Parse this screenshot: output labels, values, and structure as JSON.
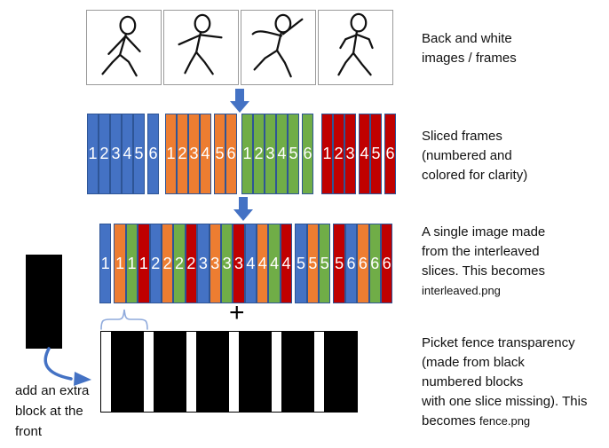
{
  "colors": {
    "blue": "#4472C4",
    "orange": "#ED7D31",
    "green": "#70AD47",
    "red": "#C00000",
    "slice_border": "#2E5596",
    "arrow": "#4472C4",
    "brace": "#8FAADC",
    "frame_border": "#9a9a9a",
    "fence_black": "#000000"
  },
  "frames": {
    "caption_lines": [
      "Back and white",
      "images / frames"
    ],
    "count": 4,
    "poses": [
      "stick-figure-1",
      "stick-figure-2",
      "stick-figure-3",
      "stick-figure-4"
    ]
  },
  "sliced": {
    "caption_lines": [
      "Sliced frames",
      "(numbered and",
      "colored for clarity)"
    ],
    "group_x": [
      98,
      186,
      272,
      362
    ],
    "groups": [
      {
        "color": "blue",
        "labels": [
          "1",
          "2",
          "3",
          "4",
          "5",
          "6"
        ],
        "gaps_after": [
          5
        ]
      },
      {
        "color": "orange",
        "labels": [
          "1",
          "2",
          "3",
          "4",
          "5",
          "6"
        ],
        "gaps_after": [
          4
        ]
      },
      {
        "color": "green",
        "labels": [
          "1",
          "2",
          "3",
          "4",
          "5",
          "6"
        ],
        "gaps_after": [
          5
        ]
      },
      {
        "color": "red",
        "labels": [
          "1",
          "2",
          "3",
          "4",
          "5",
          "6"
        ],
        "gaps_after": [
          3,
          5
        ]
      }
    ]
  },
  "interleaved": {
    "caption_lines": [
      "A single image made",
      "from the interleaved",
      "slices. This becomes"
    ],
    "filename": "interleaved.png",
    "gaps_after": [
      1,
      16,
      19
    ],
    "slices": [
      {
        "label": "1",
        "color": "blue"
      },
      {
        "label": "1",
        "color": "orange"
      },
      {
        "label": "1",
        "color": "green"
      },
      {
        "label": "1",
        "color": "red"
      },
      {
        "label": "2",
        "color": "blue"
      },
      {
        "label": "2",
        "color": "orange"
      },
      {
        "label": "2",
        "color": "green"
      },
      {
        "label": "2",
        "color": "red"
      },
      {
        "label": "3",
        "color": "blue"
      },
      {
        "label": "3",
        "color": "orange"
      },
      {
        "label": "3",
        "color": "green"
      },
      {
        "label": "3",
        "color": "red"
      },
      {
        "label": "4",
        "color": "blue"
      },
      {
        "label": "4",
        "color": "orange"
      },
      {
        "label": "4",
        "color": "green"
      },
      {
        "label": "4",
        "color": "red"
      },
      {
        "label": "5",
        "color": "blue"
      },
      {
        "label": "5",
        "color": "orange"
      },
      {
        "label": "5",
        "color": "green"
      },
      {
        "label": "5",
        "color": "red"
      },
      {
        "label": "6",
        "color": "blue"
      },
      {
        "label": "6",
        "color": "orange"
      },
      {
        "label": "6",
        "color": "green"
      },
      {
        "label": "6",
        "color": "red"
      }
    ]
  },
  "plus_sign": "+",
  "fence": {
    "caption_lines": [
      "Picket fence transparency",
      "(made from black",
      "numbered blocks",
      "with one slice missing). This"
    ],
    "caption_last_prefix": "becomes ",
    "filename": "fence.png",
    "periods": 6,
    "slit_width": 11,
    "block_width": 37
  },
  "extra_block": {
    "caption_lines": [
      "add an extra",
      "block at the",
      "front"
    ]
  }
}
